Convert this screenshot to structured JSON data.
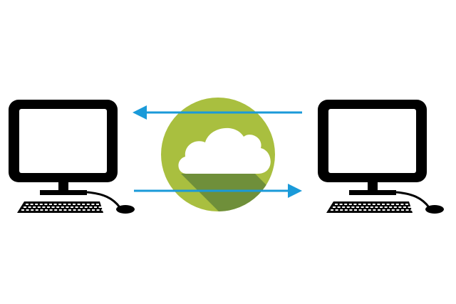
{
  "diagram": {
    "left_node": {
      "icon": "desktop-computer-icon"
    },
    "right_node": {
      "icon": "desktop-computer-icon"
    },
    "center_node": {
      "icon": "cloud-icon"
    },
    "connections": [
      {
        "from": "right-computer",
        "to": "left-computer",
        "direction": "left"
      },
      {
        "from": "left-computer",
        "to": "right-computer",
        "direction": "right"
      }
    ]
  },
  "colors": {
    "background": "#ffffff",
    "computer": "#000000",
    "screen": "#ffffff",
    "cloud_circle": "#a9bf3f",
    "cloud_shadow": "#6f8f3a",
    "cloud": "#ffffff",
    "arrow": "#1a9ad9"
  }
}
